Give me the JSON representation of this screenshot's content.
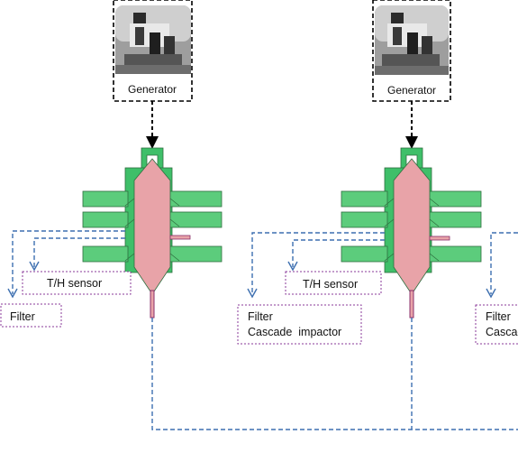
{
  "generators": [
    {
      "label": "Generator"
    },
    {
      "label": "Generator"
    }
  ],
  "sensors": [
    {
      "label": "T/H sensor"
    },
    {
      "label": "T/H sensor"
    }
  ],
  "samplers": [
    {
      "lines": [
        "Filter"
      ]
    },
    {
      "lines": [
        "Filter",
        "Cascade  impactor"
      ]
    },
    {
      "lines": [
        "Filter",
        "Cascade"
      ]
    }
  ],
  "colors": {
    "chamber_body": "#e8a3a8",
    "manifold": "#3fbf69",
    "port": "#5ccc7c",
    "outline": "#2f6e3f",
    "dashed_link": "#3d6fb0",
    "box_border": "#8a3a9a",
    "outlet_tube": "#8a2f6a"
  }
}
